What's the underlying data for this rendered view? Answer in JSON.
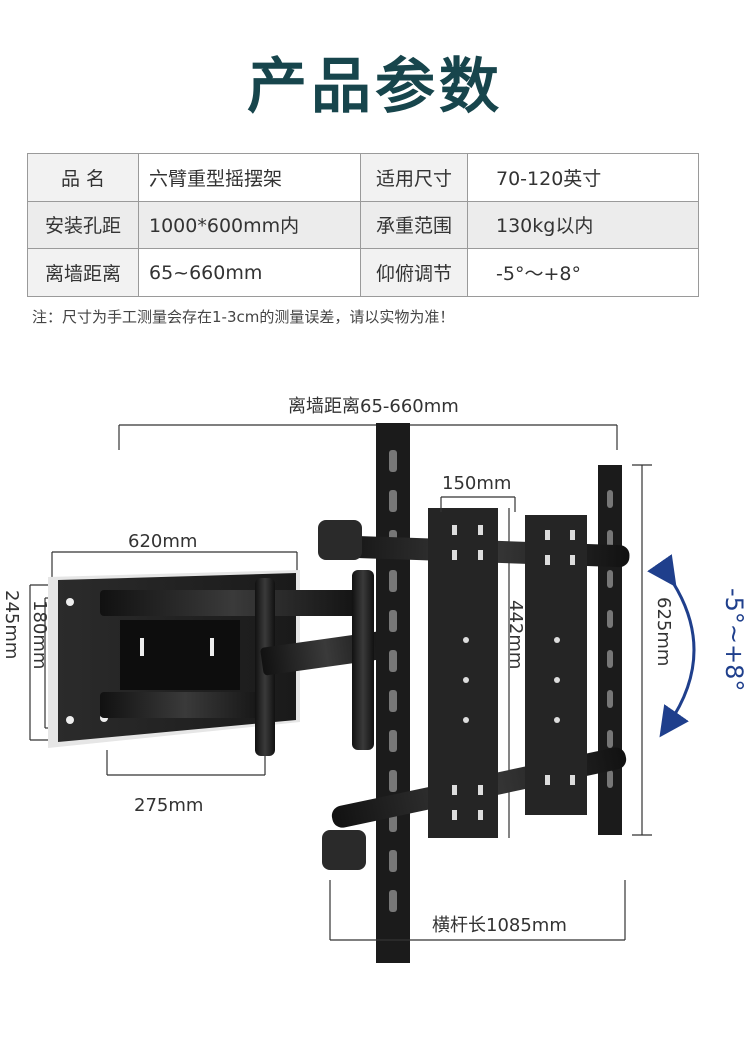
{
  "page_title": "产品参数",
  "spec_table": [
    {
      "label1": "品  名",
      "value1": "六臂重型摇摆架",
      "label2": "适用尺寸",
      "value2": "70-120英寸"
    },
    {
      "label1": "安装孔距",
      "value1": "1000*600mm内",
      "label2": "承重范围",
      "value2": "130kg以内"
    },
    {
      "label1": "离墙距离",
      "value1": "65~660mm",
      "label2": "仰俯调节",
      "value2": "-5°～+8°"
    }
  ],
  "note": "注：尺寸为手工测量会存在1-3cm的测量误差，请以实物为准！",
  "dimensions": {
    "wall_distance": "离墙距离65-660mm",
    "arm_length": "620mm",
    "plate_width": "150mm",
    "wall_plate_height_outer": "245mm",
    "wall_plate_height_inner": "180mm",
    "wall_plate_width": "275mm",
    "bracket_length": "442mm",
    "rail_height": "625mm",
    "tilt": "-5°~+8°",
    "crossbar_length": "横杆长1085mm"
  },
  "colors": {
    "title": "#17454c",
    "arrow": "#1f3f8c",
    "metal": "#1c1c1c"
  }
}
